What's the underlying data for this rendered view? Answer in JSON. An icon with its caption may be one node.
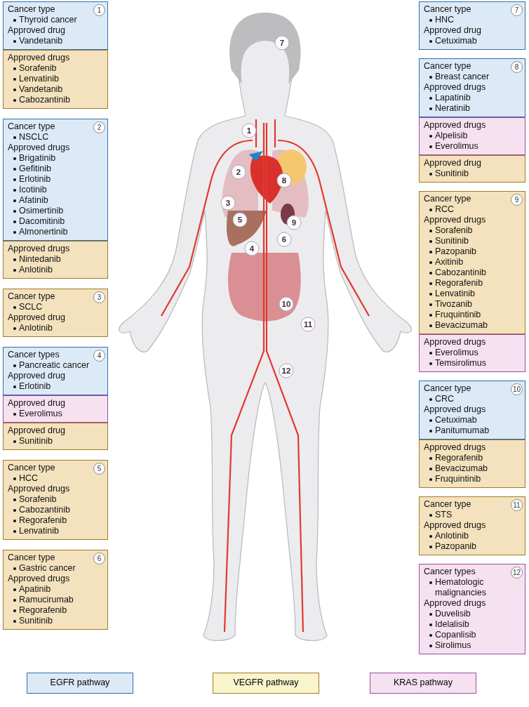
{
  "diagram": {
    "nodes": [
      {
        "text": [
          "1",
          "Cancer type",
          "Thyroid cancer",
          "Approved drug",
          "Vandetanib"
        ]
      },
      {
        "text": [
          "Approved drugs",
          "Sorafenib",
          "Lenvatinib",
          "Vandetanib",
          "Cabozantinib"
        ]
      },
      {
        "text": [
          "2",
          "Cancer type",
          "NSCLC",
          "Approved drugs",
          "Brigatinib",
          "Gefitinib",
          "Erlotinib",
          "Icotinib",
          "Afatinib",
          "Osimertinib",
          "Dacomitinib",
          "Almonertinib"
        ]
      },
      {
        "text": [
          "Approved drugs",
          "Nintedanib",
          "Anlotinib"
        ]
      },
      {
        "text": [
          "3",
          "Cancer type",
          "SCLC",
          "Approved drug",
          "Anlotinib"
        ]
      },
      {
        "text": [
          "4",
          "Cancer types",
          "Pancreatic cancer",
          "Approved drug",
          "Erlotinib"
        ]
      },
      {
        "text": [
          "Approved drug",
          "Everolimus"
        ]
      },
      {
        "text": [
          "Approved drug",
          "Sunitinib"
        ]
      },
      {
        "text": [
          "5",
          "Cancer type",
          "HCC",
          "Approved drugs",
          "Sorafenib",
          "Cabozantinib",
          "Regorafenib",
          "Lenvatinib"
        ]
      },
      {
        "text": [
          "6",
          "Cancer type",
          "Gastric cancer",
          "Approved drugs",
          "Apatinib",
          "Ramucirumab",
          "Regorafenib",
          "Sunitinib"
        ]
      },
      {
        "text": [
          "7",
          "Cancer type",
          "HNC",
          "Approved drug",
          "Cetuximab"
        ]
      },
      {
        "text": [
          "8",
          "Cancer type",
          "Breast cancer",
          "Approved drugs",
          "Lapatinib",
          "Neratinib"
        ]
      },
      {
        "text": [
          "Approved drugs",
          "Alpelisib",
          "Everolimus"
        ]
      },
      {
        "text": [
          "Approved drug",
          "Sunitinib"
        ]
      },
      {
        "text": [
          "9",
          "Cancer type",
          "RCC",
          "Approved drugs",
          "Sorafenib",
          "Sunitinib",
          "Pazopanib",
          "Axitinib",
          "Cabozantinib",
          "Regorafenib",
          "Lenvatinib",
          "Tivozanib",
          "Fruquintinib",
          "Bevacizumab"
        ]
      },
      {
        "text": [
          "Approved drugs",
          "Everolimus",
          "Temsirolimus"
        ]
      },
      {
        "text": [
          "10",
          "Cancer type",
          "CRC",
          "Approved drugs",
          "Cetuximab",
          "Panitumumab"
        ]
      },
      {
        "text": [
          "Approved drugs",
          "Regorafenib",
          "Bevacizumab",
          "Fruquintinib"
        ]
      },
      {
        "text": [
          "11",
          "Cancer type",
          "STS",
          "Approved drugs",
          "Anlotinib",
          "Pazopanib"
        ]
      },
      {
        "text": [
          "12",
          "Cancer types",
          "Hematologic malignancies",
          "Approved drugs",
          "Duvelisib",
          "Idelalisib",
          "Copanlisib",
          "Sirolimus"
        ]
      }
    ],
    "labels": [
      "7",
      "1",
      "2",
      "8",
      "3",
      "5",
      "9",
      "6",
      "4",
      "10",
      "11",
      "12"
    ],
    "legend": [
      {
        "text": "EGFR pathway",
        "color": "#dceaf7"
      },
      {
        "text": "VEGFR pathway",
        "color": "#f8f4cc"
      },
      {
        "text": "KRAS pathway",
        "color": "#f6e1f0"
      }
    ]
  }
}
